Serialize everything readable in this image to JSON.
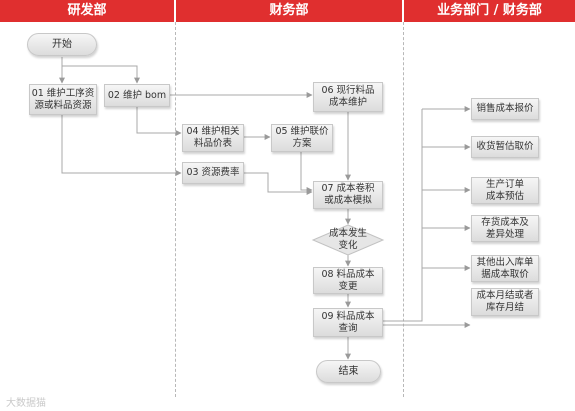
{
  "lanes": {
    "rd": "研发部",
    "finance": "财务部",
    "business": "业务部门 / 财务部"
  },
  "nodes": {
    "start": "开始",
    "n01": "01 维护工序资\n源或料品资源",
    "n02": "02 维护 bom",
    "n03": "03 资源费率",
    "n04": "04 维护相关\n料品价表",
    "n05": "05 维护联价\n方案",
    "n06": "06 现行料品\n成本维护",
    "n07": "07 成本卷积\n或成本模拟",
    "decision": "成本发生\n变化",
    "n08": "08 料品成本\n变更",
    "n09": "09 料品成本\n查询",
    "end": "结束"
  },
  "outputs": {
    "o1": "销售成本报价",
    "o2": "收货暂估取价",
    "o3": "生产订单\n成本预估",
    "o4": "存货成本及\n差异处理",
    "o5": "其他出入库单\n据成本取价",
    "o6": "成本月结或者\n库存月结"
  },
  "watermark": "大数据猫"
}
